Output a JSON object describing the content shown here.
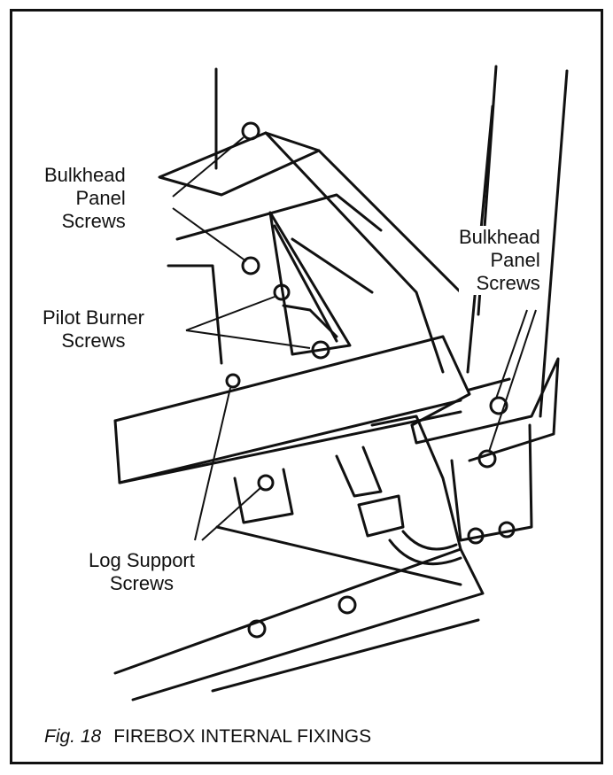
{
  "labels": {
    "bulkhead_left": [
      "Bulkhead",
      "Panel",
      "Screws"
    ],
    "pilot_burner": [
      "Pilot Burner",
      "Screws"
    ],
    "bulkhead_right": [
      "Bulkhead",
      "Panel",
      "Screws"
    ],
    "log_support": [
      "Log Support",
      "Screws"
    ]
  },
  "caption": {
    "fig": "Fig. 18",
    "title": "FIREBOX INTERNAL FIXINGS"
  }
}
